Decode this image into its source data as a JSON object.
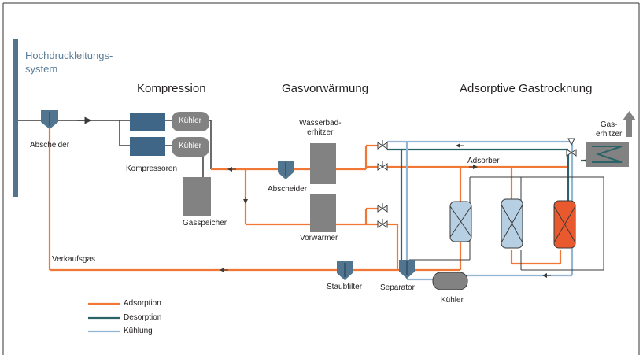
{
  "colors": {
    "adsorption": "#f07736",
    "desorption": "#2b6468",
    "cooling": "#92b6d3",
    "line": "#3a3a3a",
    "equipment_dark": "#3f6686",
    "equipment_grey": "#828282",
    "vessel": "#b7cfe2",
    "vessel_hot": "#e8592d",
    "pipeline": "#51748f",
    "title_blue": "#5b7f9b"
  },
  "labels": {
    "pipeline_system": "Hochdruckleitungs-\nsystem",
    "section_compression": "Kompression",
    "section_gas_preheating": "Gasvorwärmung",
    "section_adsorptive_drying": "Adsorptive Gastrocknung",
    "separator_left": "Abscheider",
    "cooler_1": "Kühler",
    "cooler_2": "Kühler",
    "compressors": "Kompressoren",
    "gas_storage": "Gasspeicher",
    "separator_middle": "Abscheider",
    "water_bath_heater": "Wasserbad-\nerhitzer",
    "preheater": "Vorwärmer",
    "adsorber": "Adsorber",
    "gas_heater": "Gas-\nerhitzer",
    "sales_gas": "Verkaufsgas",
    "dust_filter": "Staubfilter",
    "separator_right": "Separator",
    "cooler_bottom": "Kühler"
  },
  "legend": [
    {
      "label": "Adsorption",
      "color": "#f07736"
    },
    {
      "label": "Desorption",
      "color": "#2b6468"
    },
    {
      "label": "Kühlung",
      "color": "#92b6d3"
    }
  ]
}
